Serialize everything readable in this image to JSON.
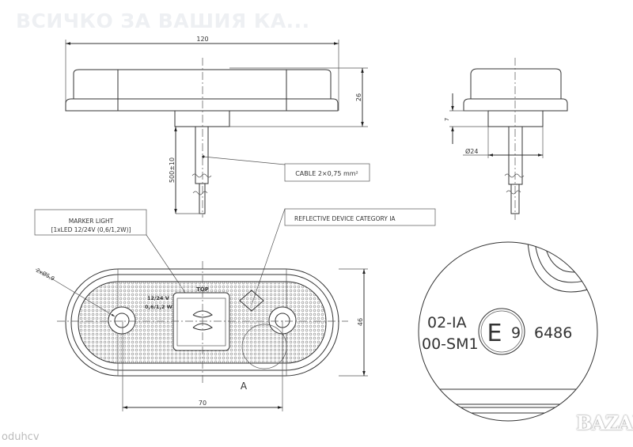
{
  "watermark_top": "ВСИЧКО ЗА ВАШИЯ КА...",
  "watermark_user": "oduhcv",
  "watermark_logo": "BAZAR",
  "top_view": {
    "width_dim": "120",
    "height_dim": "26",
    "cable_length_dim": "500±10",
    "cable_label": "CABLE 2×0,75 mm²"
  },
  "side_view": {
    "flange_dim": "7",
    "diameter_dim": "Ø24"
  },
  "front_view": {
    "marker_label_line1": "MARKER LIGHT",
    "marker_label_line2": "[1xLED 12/24V (0,6/1,2W)]",
    "reflective_label": "REFLECTIVE DEVICE CATEGORY IA",
    "holes_dim": "2xØ5,9",
    "top_mark": "TOP",
    "voltage": "12/24 V",
    "power": "0,6/1,2 W",
    "height_dim": "46",
    "hole_spacing_dim": "70",
    "detail_ref": "A"
  },
  "detail": {
    "line1": "02-IA",
    "line2": "00-SM1",
    "approval_letter": "E",
    "approval_country": "9",
    "approval_number": "6486"
  }
}
